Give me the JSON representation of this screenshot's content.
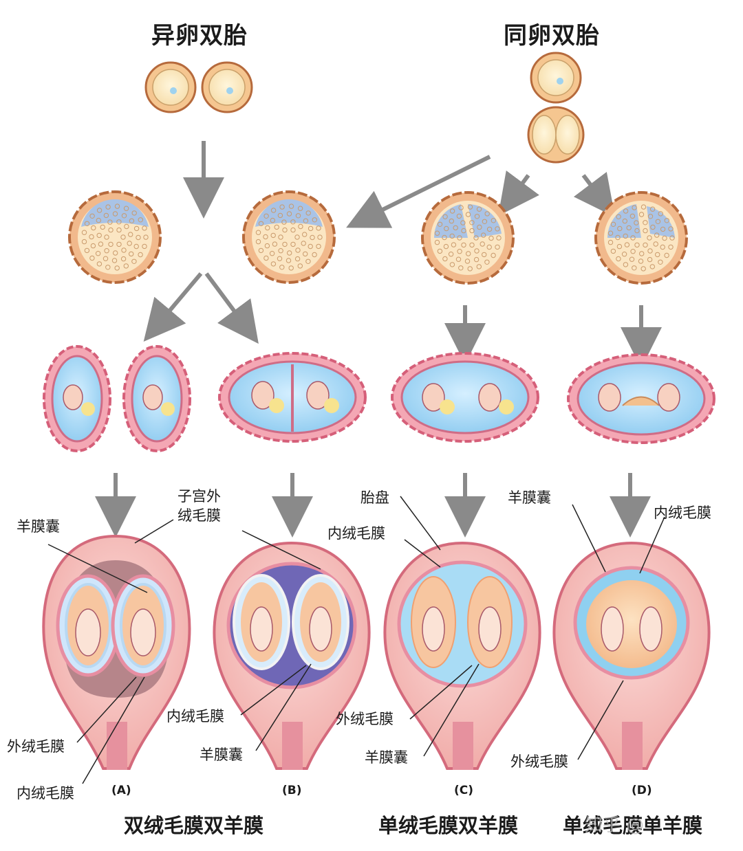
{
  "titles": {
    "dizygotic": "异卵双胎",
    "monozygotic": "同卵双胎"
  },
  "labels": {
    "a_sac": "羊膜囊",
    "a_outer_line1": "子宫外",
    "a_outer_line2": "绒毛膜",
    "a_outer_chorion": "外绒毛膜",
    "a_inner_chorion": "内绒毛膜",
    "b_inner_chorion": "内绒毛膜",
    "b_sac": "羊膜囊",
    "c_placenta": "胎盘",
    "c_inner_chorion": "内绒毛膜",
    "c_outer_chorion": "外绒毛膜",
    "c_sac": "羊膜囊",
    "d_sac": "羊膜囊",
    "d_inner_chorion": "内绒毛膜",
    "d_outer_chorion": "外绒毛膜"
  },
  "panels": {
    "a": "(A)",
    "b": "(B)",
    "c": "(C)",
    "d": "(D)"
  },
  "captions": {
    "dcda": "双绒毛膜双羊膜",
    "mcda": "单绒毛膜双羊膜",
    "mcma": "单绒毛膜单羊膜"
  },
  "watermark": "知乎 @"
}
